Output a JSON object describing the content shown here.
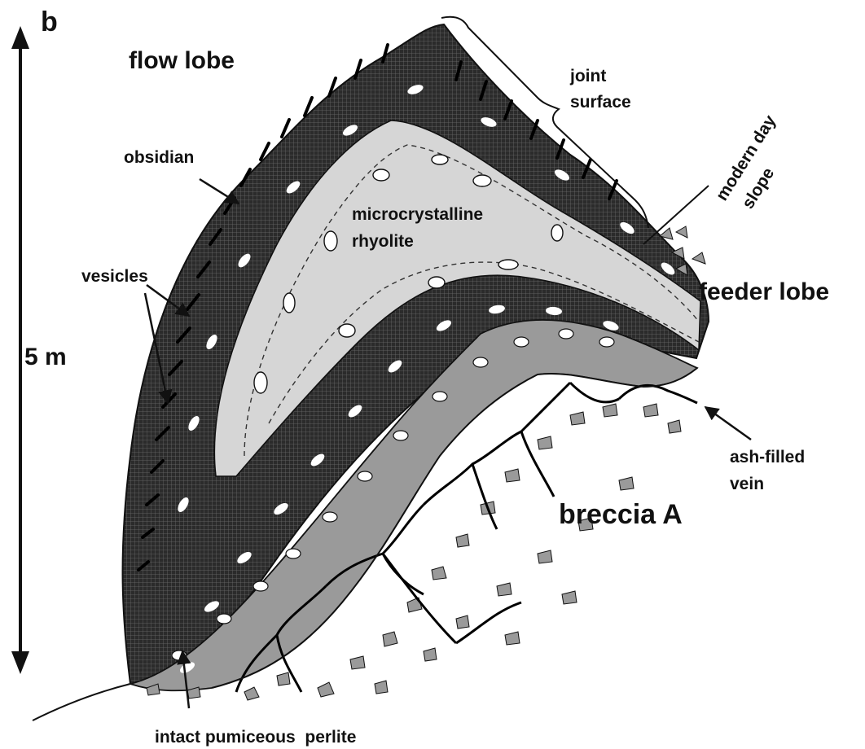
{
  "panel_letter": "b",
  "scale_label": "5 m",
  "labels": {
    "flow_lobe": "flow lobe",
    "joint_surface_1": "joint",
    "joint_surface_2": "surface",
    "obsidian": "obsidian",
    "vesicles": "vesicles",
    "microcrystalline_1": "microcrystalline",
    "microcrystalline_2": "rhyolite",
    "modern_day_1": "modern day",
    "modern_day_2": "slope",
    "feeder_lobe": "feeder lobe",
    "ash_filled_1": "ash-filled",
    "ash_filled_2": "vein",
    "breccia": "breccia A",
    "perlite": "intact pumiceous  perlite"
  },
  "colors": {
    "obsidian_fill": "#2b2b2b",
    "rhyolite_fill": "#d6d6d6",
    "perlite_fill": "#9a9a9a",
    "breccia_fill": "#ffffff",
    "line": "#111111"
  }
}
